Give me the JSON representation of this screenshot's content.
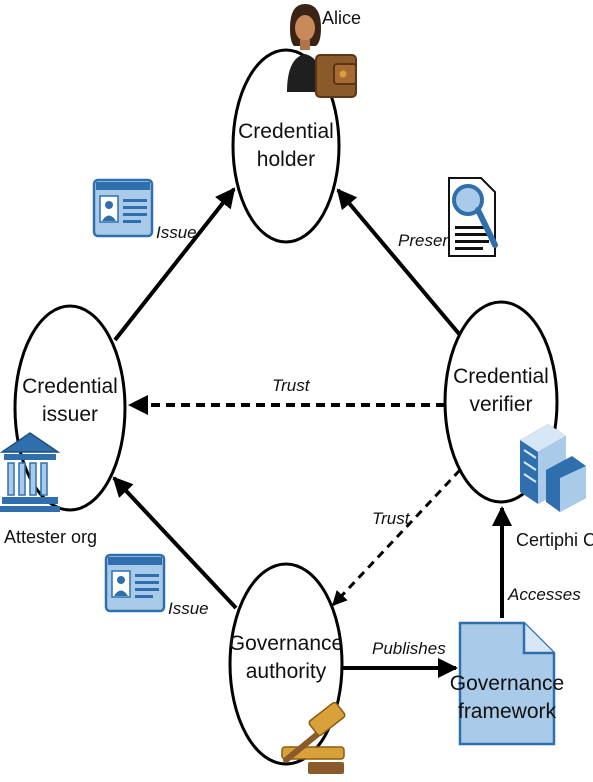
{
  "nodes": {
    "holder": {
      "line1": "Credential",
      "line2": "holder"
    },
    "issuer": {
      "line1": "Credential",
      "line2": "issuer"
    },
    "verifier": {
      "line1": "Credential",
      "line2": "verifier"
    },
    "governance": {
      "line1": "Governance",
      "line2": "authority"
    },
    "framework": {
      "line1": "Governance",
      "line2": "framework"
    }
  },
  "actors": {
    "holder": "Alice",
    "issuer": "Attester org",
    "verifier": "Certiphi Corp"
  },
  "edges": {
    "issue_top": "Issue",
    "present": "Present",
    "trust_top": "Trust",
    "trust_diag": "Trust",
    "issue_bottom": "Issue",
    "publishes": "Publishes",
    "accesses": "Accesses"
  },
  "icons": {
    "alice": "person-icon",
    "wallet": "wallet-icon",
    "credential_top": "id-card-icon",
    "credential_bottom": "id-card-icon",
    "present_doc": "document-magnifier-icon",
    "institution": "bank-building-icon",
    "office": "office-building-icon",
    "gavel": "gavel-icon"
  },
  "colors": {
    "accent_blue": "#2f6fae",
    "light_blue": "#a9cbe9",
    "wallet_brown": "#8b5a2b",
    "gavel_gold": "#d9a13a"
  }
}
